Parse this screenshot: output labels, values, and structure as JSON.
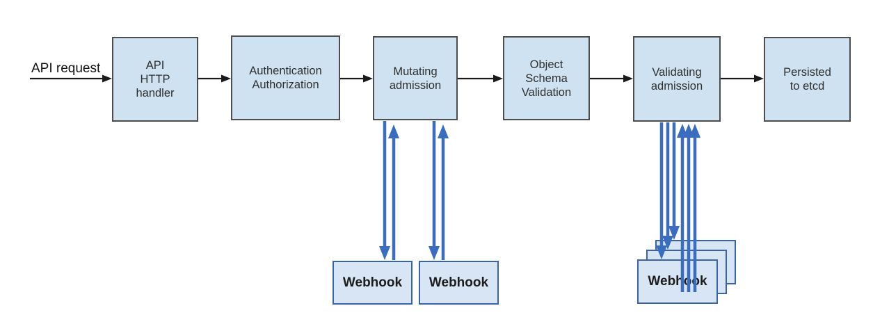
{
  "colors": {
    "background": "#ffffff",
    "node_fill": "#cfe2f1",
    "node_border": "#4d4d4d",
    "webhook_fill": "#d7e5f4",
    "webhook_border": "#3a64a8",
    "flow_arrow": "#1a1a1a",
    "webhook_arrow": "#3a6cc0",
    "node_text": "#2e2e2e"
  },
  "flow": {
    "input_label": "API request",
    "nodes": [
      {
        "id": "api-http-handler",
        "lines": [
          "API",
          "HTTP",
          "handler"
        ]
      },
      {
        "id": "authentication-authorization",
        "lines": [
          "Authentication",
          "Authorization"
        ]
      },
      {
        "id": "mutating-admission",
        "lines": [
          "Mutating",
          "admission"
        ]
      },
      {
        "id": "object-schema-validation",
        "lines": [
          "Object",
          "Schema",
          "Validation"
        ]
      },
      {
        "id": "validating-admission",
        "lines": [
          "Validating",
          "admission"
        ]
      },
      {
        "id": "persisted-to-etcd",
        "lines": [
          "Persisted",
          "to etcd"
        ]
      }
    ],
    "mutating_webhooks": [
      {
        "label": "Webhook"
      },
      {
        "label": "Webhook"
      }
    ],
    "validating_webhook_stack": {
      "label": "Webhook",
      "count": 3
    }
  }
}
